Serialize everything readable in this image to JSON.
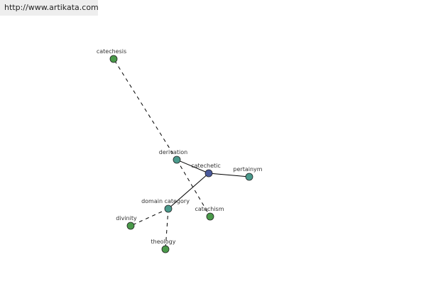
{
  "banner": {
    "url": "http://www.artikata.com"
  },
  "graph": {
    "nodes": [
      {
        "id": "catechetic",
        "label": "catechetic",
        "color": "#4a5a9c"
      },
      {
        "id": "derivation",
        "label": "derivation",
        "color": "#4a9a8c"
      },
      {
        "id": "pertainym",
        "label": "pertainym",
        "color": "#4a9a8c"
      },
      {
        "id": "domain-category",
        "label": "domain category",
        "color": "#4a9a8c"
      },
      {
        "id": "catechesis",
        "label": "catechesis",
        "color": "#4a9a4a"
      },
      {
        "id": "catechism",
        "label": "catechism",
        "color": "#4a9a4a"
      },
      {
        "id": "divinity",
        "label": "divinity",
        "color": "#4a9a4a"
      },
      {
        "id": "theology",
        "label": "theology",
        "color": "#4a9a4a"
      }
    ],
    "edges": [
      {
        "from": "catechetic",
        "to": "derivation",
        "style": "solid"
      },
      {
        "from": "catechetic",
        "to": "pertainym",
        "style": "solid"
      },
      {
        "from": "catechetic",
        "to": "domain-category",
        "style": "solid"
      },
      {
        "from": "derivation",
        "to": "catechesis",
        "style": "dashed"
      },
      {
        "from": "derivation",
        "to": "catechism",
        "style": "dashed"
      },
      {
        "from": "domain-category",
        "to": "divinity",
        "style": "dashed"
      },
      {
        "from": "domain-category",
        "to": "theology",
        "style": "dashed"
      }
    ]
  }
}
